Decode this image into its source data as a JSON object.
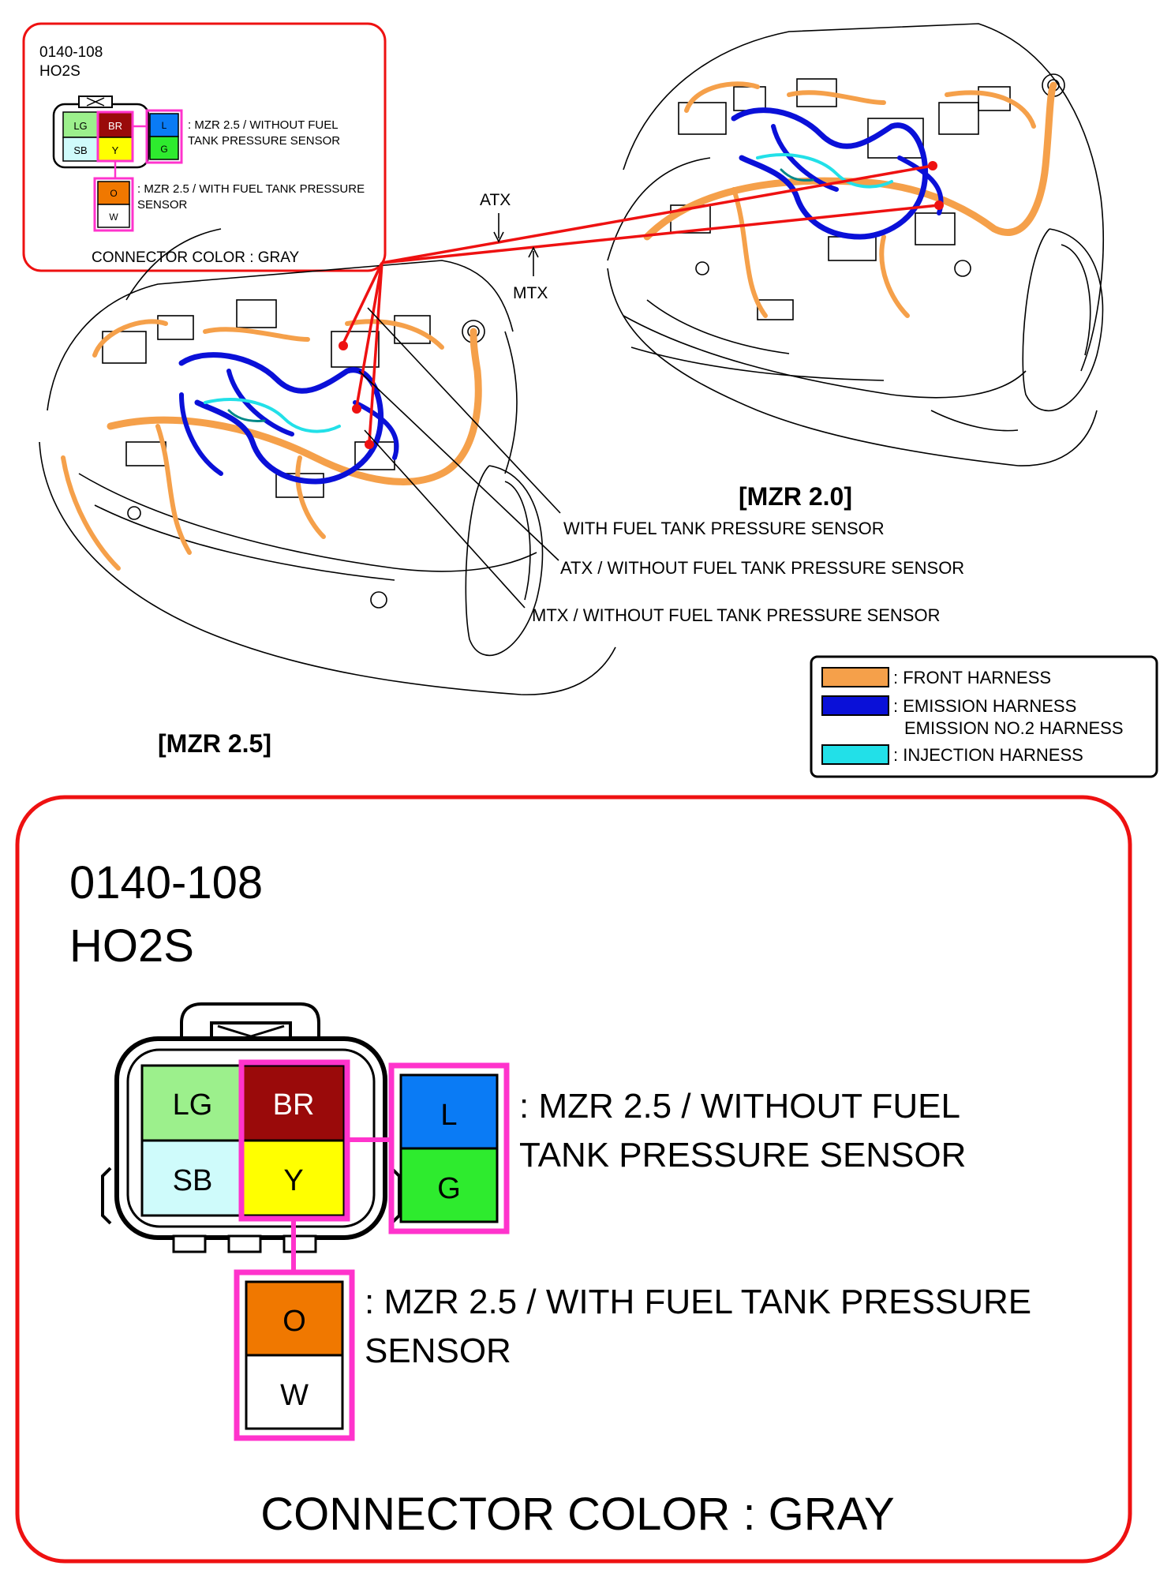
{
  "connector_code": "0140-108",
  "connector_name": "HO2S",
  "connector_color_text": "CONNECTOR COLOR : GRAY",
  "pins": {
    "lg": "LG",
    "br": "BR",
    "sb": "SB",
    "y": "Y",
    "l": "L",
    "g": "G",
    "o": "O",
    "w": "W"
  },
  "variant_without": ": MZR 2.5 / WITHOUT FUEL TANK PRESSURE SENSOR",
  "variant_without_line1": ": MZR 2.5 / WITHOUT FUEL",
  "variant_without_line2": "TANK PRESSURE SENSOR",
  "variant_with_line1": ": MZR 2.5 / WITH FUEL TANK PRESSURE",
  "variant_with_line2": "SENSOR",
  "callouts": {
    "atx": "ATX",
    "mtx": "MTX",
    "with_sensor": "WITH FUEL TANK PRESSURE SENSOR",
    "atx_without": "ATX / WITHOUT FUEL TANK PRESSURE SENSOR",
    "mtx_without": "MTX / WITHOUT FUEL TANK PRESSURE SENSOR"
  },
  "engines": {
    "mzr20": "[MZR 2.0]",
    "mzr25": "[MZR 2.5]"
  },
  "legend": [
    {
      "label": ": FRONT HARNESS",
      "color": "#F5A04A"
    },
    {
      "label": ": EMISSION HARNESS",
      "label2": "EMISSION NO.2 HARNESS",
      "color": "#0A10D8"
    },
    {
      "label": ": INJECTION HARNESS",
      "color": "#22E0E8"
    }
  ],
  "colors": {
    "lg": "#9CF08C",
    "br": "#9A0A0A",
    "sb": "#CFFBFB",
    "y": "#FFFF00",
    "l": "#0A7BF5",
    "g": "#2EEB2E",
    "o": "#F07800",
    "w": "#FFFFFF",
    "highlight": "#FF33CC",
    "frame": "#EE1111"
  }
}
